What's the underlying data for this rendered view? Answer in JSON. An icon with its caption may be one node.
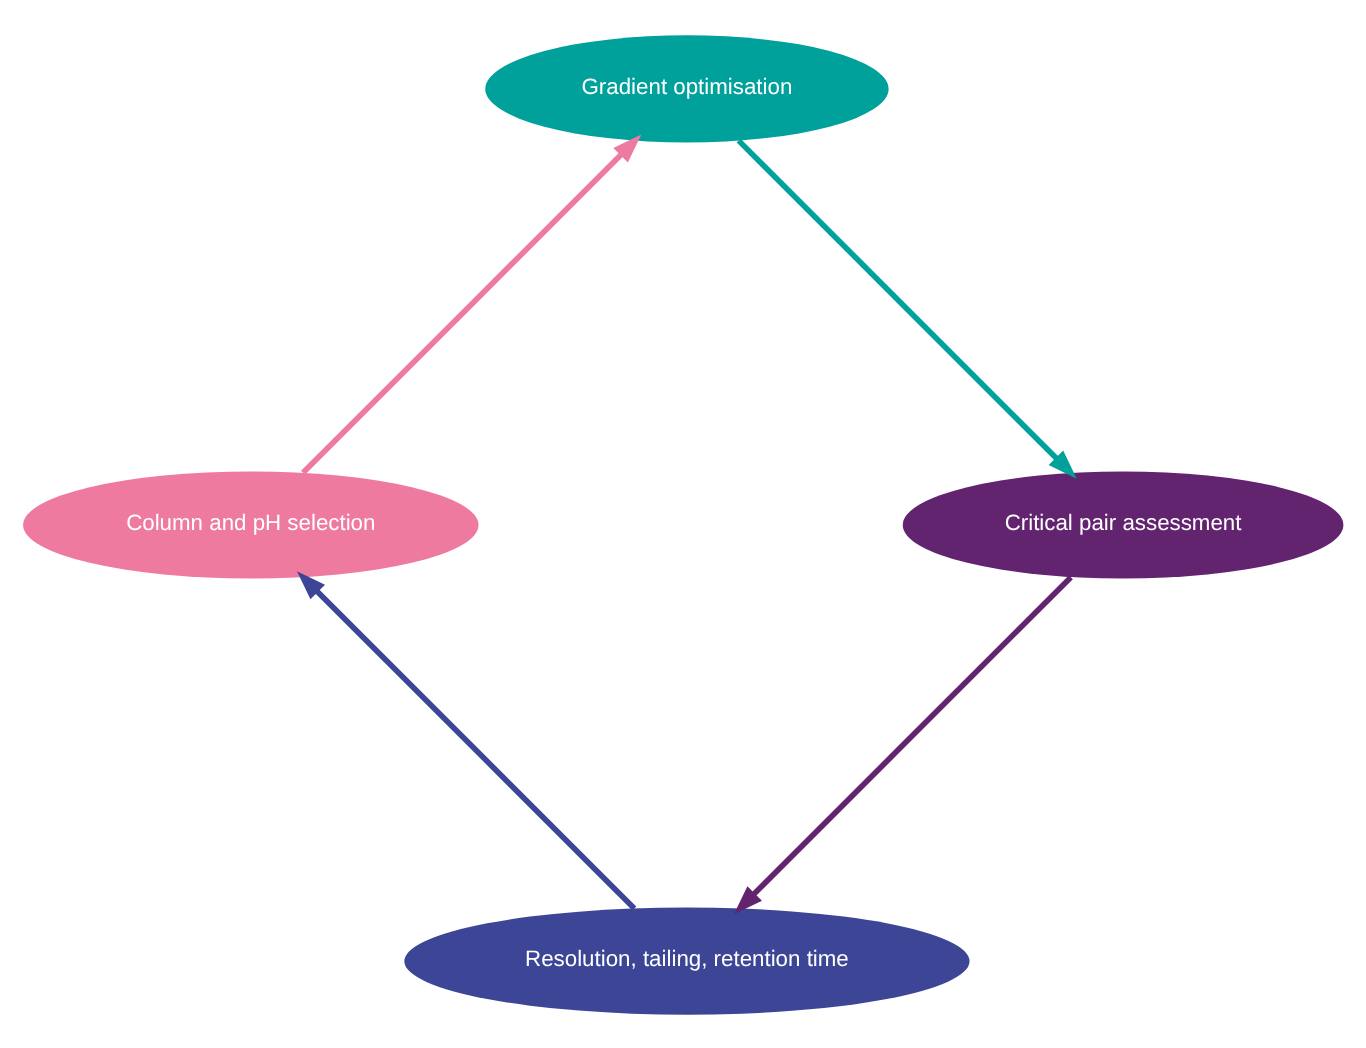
{
  "diagram": {
    "nodes": [
      {
        "text": [
          "Resolution, tailing, retention time"
        ]
      },
      {
        "text": [
          "Column and pH selection"
        ]
      },
      {
        "text": [
          "Gradient optimisation"
        ]
      },
      {
        "text": [
          "Critical pair assessment"
        ]
      }
    ],
    "edges": [
      {
        "from": 0,
        "to": 1,
        "arrow": "to",
        "color": "#3d4696"
      },
      {
        "from": 1,
        "to": 2,
        "arrow": "to",
        "color": "#ee7aa0"
      },
      {
        "from": 2,
        "to": 3,
        "arrow": "to",
        "color": "#00a19a"
      },
      {
        "from": 3,
        "to": 0,
        "arrow": "to",
        "color": "#62236f"
      }
    ]
  }
}
